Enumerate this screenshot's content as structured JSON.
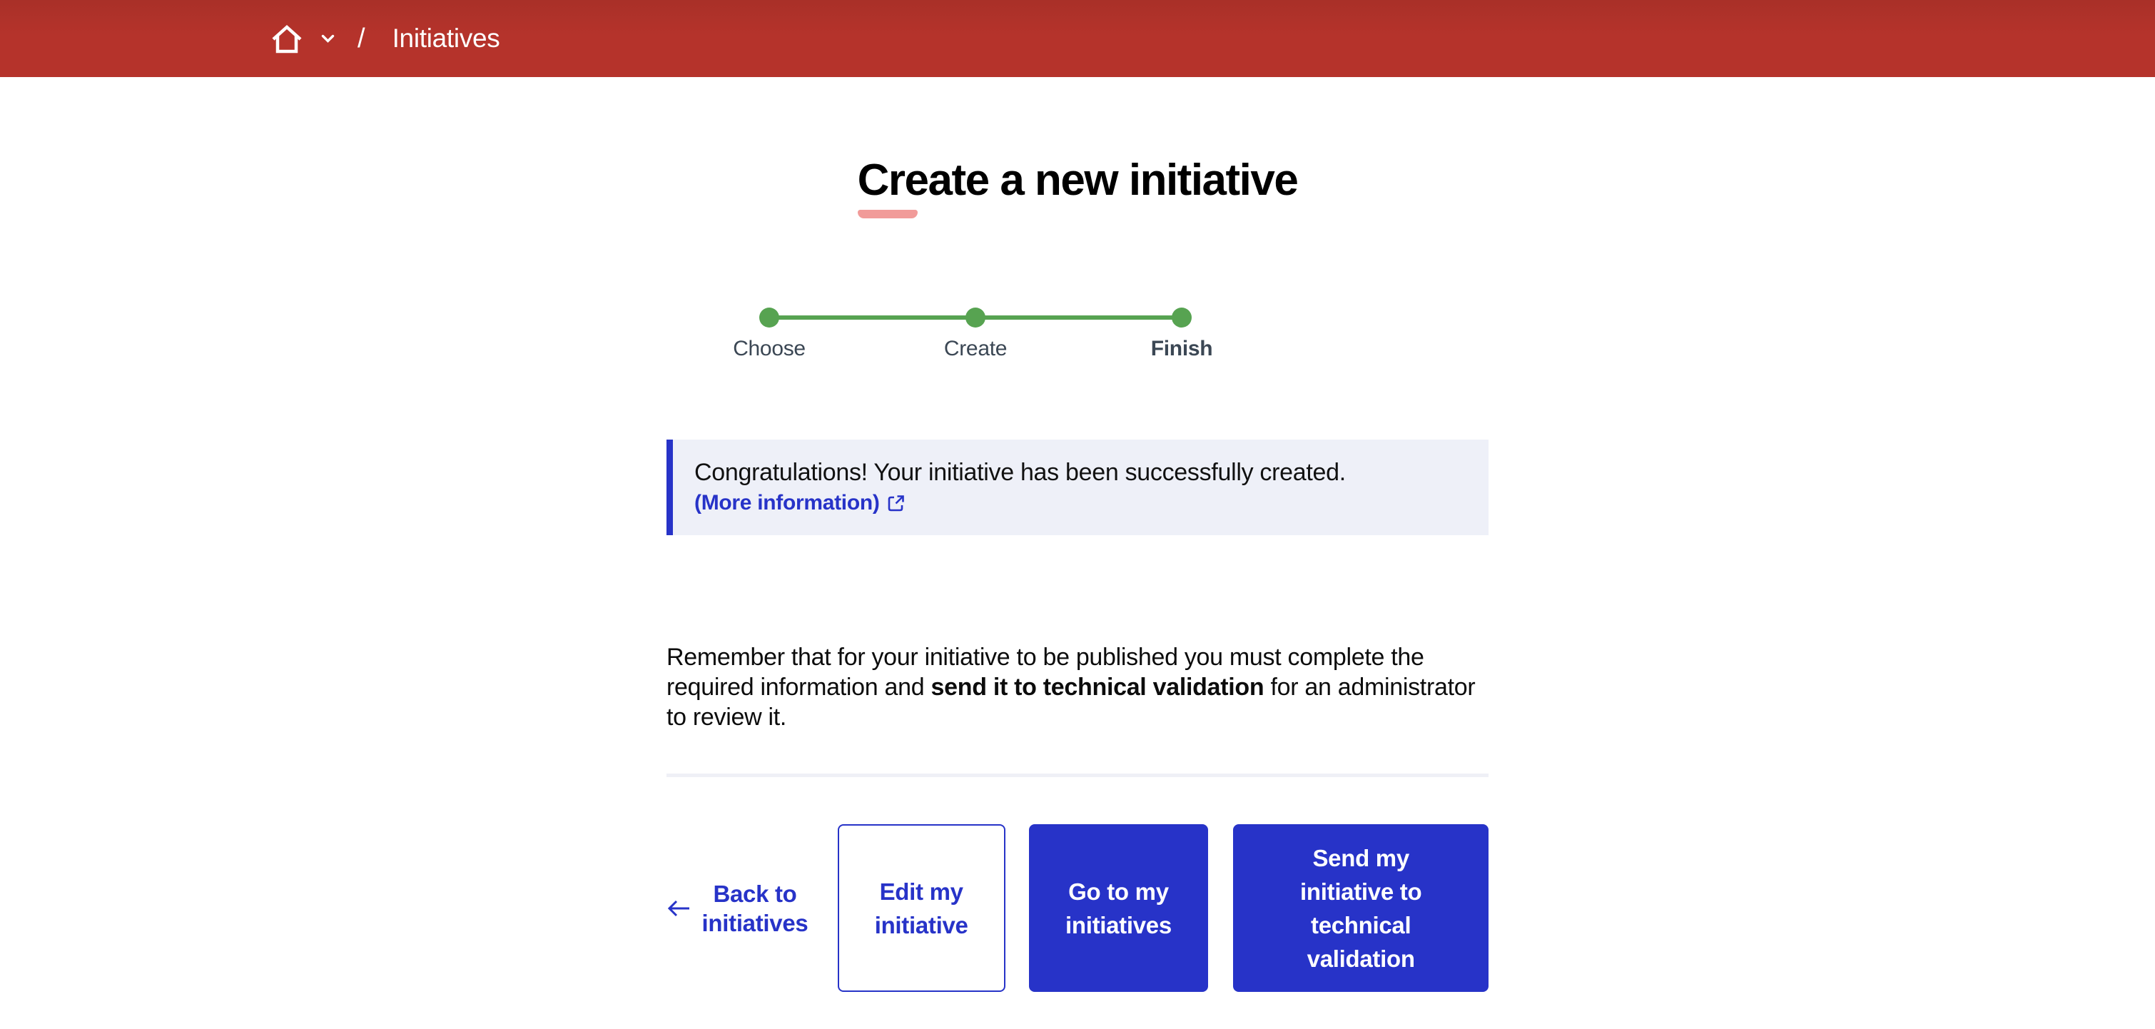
{
  "header": {
    "bg_color": "#b5332b",
    "breadcrumb": {
      "separator": "/",
      "current": "Initiatives"
    }
  },
  "title": {
    "text": "Create a new initiative",
    "underline_color": "#f19b99"
  },
  "stepper": {
    "color": "#57a351",
    "steps": [
      {
        "label": "Choose",
        "state": "done"
      },
      {
        "label": "Create",
        "state": "done"
      },
      {
        "label": "Finish",
        "state": "current"
      }
    ]
  },
  "alert": {
    "bg_color": "#eef0f8",
    "border_color": "#2733c8",
    "message": "Congratulations! Your initiative has been successfully created.",
    "link_label": "(More information)"
  },
  "note": {
    "text_before": "Remember that for your initiative to be published you must complete the required information and ",
    "bold_text": "send it to technical validation",
    "text_after": " for an administrator to review it."
  },
  "actions": {
    "accent_color": "#2733c8",
    "back_link_label": "Back to initiatives",
    "buttons": [
      {
        "label": "Edit my initiative",
        "style": "outline"
      },
      {
        "label": "Go to my initiatives",
        "style": "solid"
      },
      {
        "label": "Send my initiative to technical validation",
        "style": "solid"
      }
    ]
  }
}
